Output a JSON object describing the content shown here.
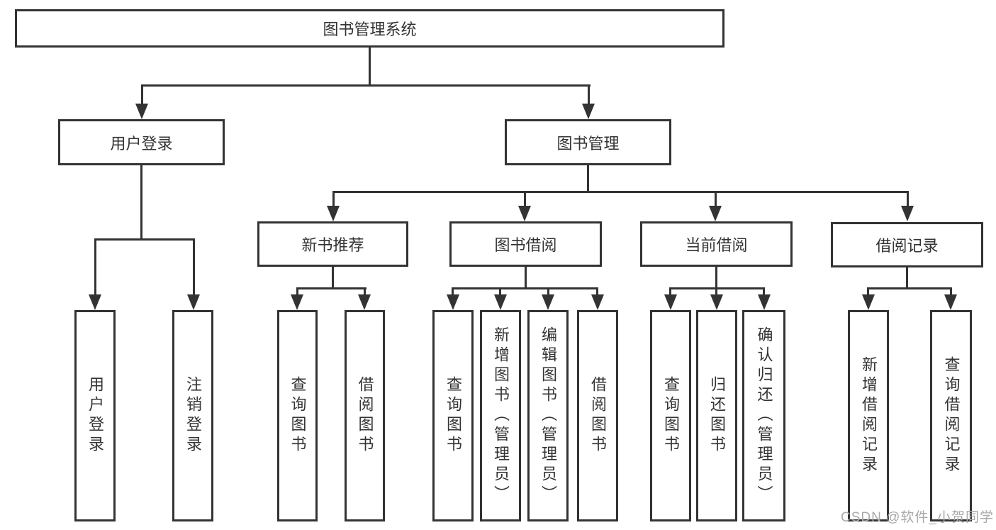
{
  "diagram": {
    "type": "hierarchy-tree",
    "title": "图书管理系统",
    "watermark": "CSDN @软件_小贺同学",
    "colors": {
      "line": "#333333",
      "text": "#333333",
      "background": "#ffffff",
      "watermark_color": "#a9a9a9"
    },
    "tree": {
      "root": {
        "label": "图书管理系统"
      },
      "level1": [
        {
          "label": "用户登录",
          "children": [
            "用户登录",
            "注销登录"
          ]
        },
        {
          "label": "图书管理",
          "children": [
            {
              "label": "新书推荐",
              "children": [
                "查询图书",
                "借阅图书"
              ]
            },
            {
              "label": "图书借阅",
              "children": [
                "查询图书",
                "新增图书（管理员）",
                "编辑图书（管理员）",
                "借阅图书"
              ]
            },
            {
              "label": "当前借阅",
              "children": [
                "查询图书",
                "归还图书",
                "确认归还（管理员）"
              ]
            },
            {
              "label": "借阅记录",
              "children": [
                "新增借阅记录",
                "查询借阅记录"
              ]
            }
          ]
        }
      ]
    }
  }
}
